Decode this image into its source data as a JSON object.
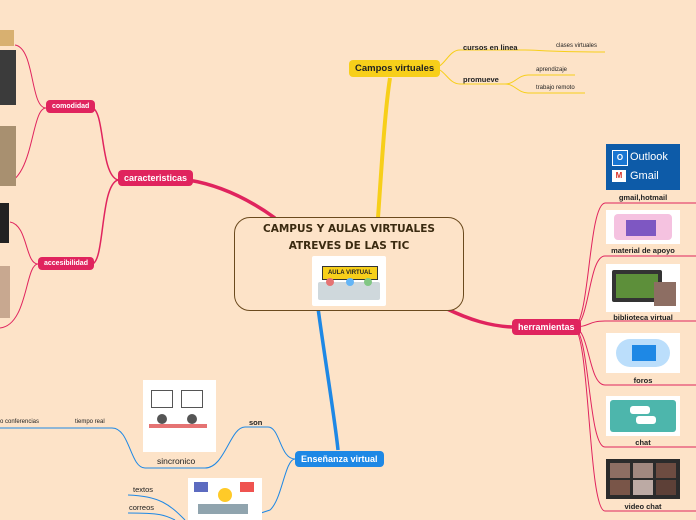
{
  "central": {
    "title_line1": "CAMPUS Y AULAS VIRTUALES",
    "title_line2": "ATREVES DE LAS TIC",
    "image_text": "AULA VIRTUAL"
  },
  "campos": {
    "label": "Campos virtuales",
    "cursos": "cursos en linea",
    "clases": "clases virtuales",
    "promueve": "promueve",
    "aprendizaje": "aprendizaje",
    "trabajo": "trabajo remoto"
  },
  "caracteristicas": {
    "label": "caracteristicas",
    "comodidad": "comodidad",
    "accesibilidad": "accesibilidad"
  },
  "herramientas": {
    "label": "herramientas",
    "items": [
      "gmail,hotmail",
      "material de apoyo",
      "biblioteca virtual",
      "foros",
      "chat",
      "video chat"
    ],
    "outlook_text": "Outlook",
    "gmail_text": "Gmail"
  },
  "ensenanza": {
    "label": "Enseñanza virtual",
    "son": "son",
    "sincronico": "sincronico",
    "tiempo_real": "tiempo real",
    "video_conferencias": "o conferencias",
    "textos": "textos",
    "correos": "correos"
  },
  "colors": {
    "yellow": "#f7cf1a",
    "red": "#e0245e",
    "blue": "#1e88e5",
    "background": "#fde3c8"
  }
}
